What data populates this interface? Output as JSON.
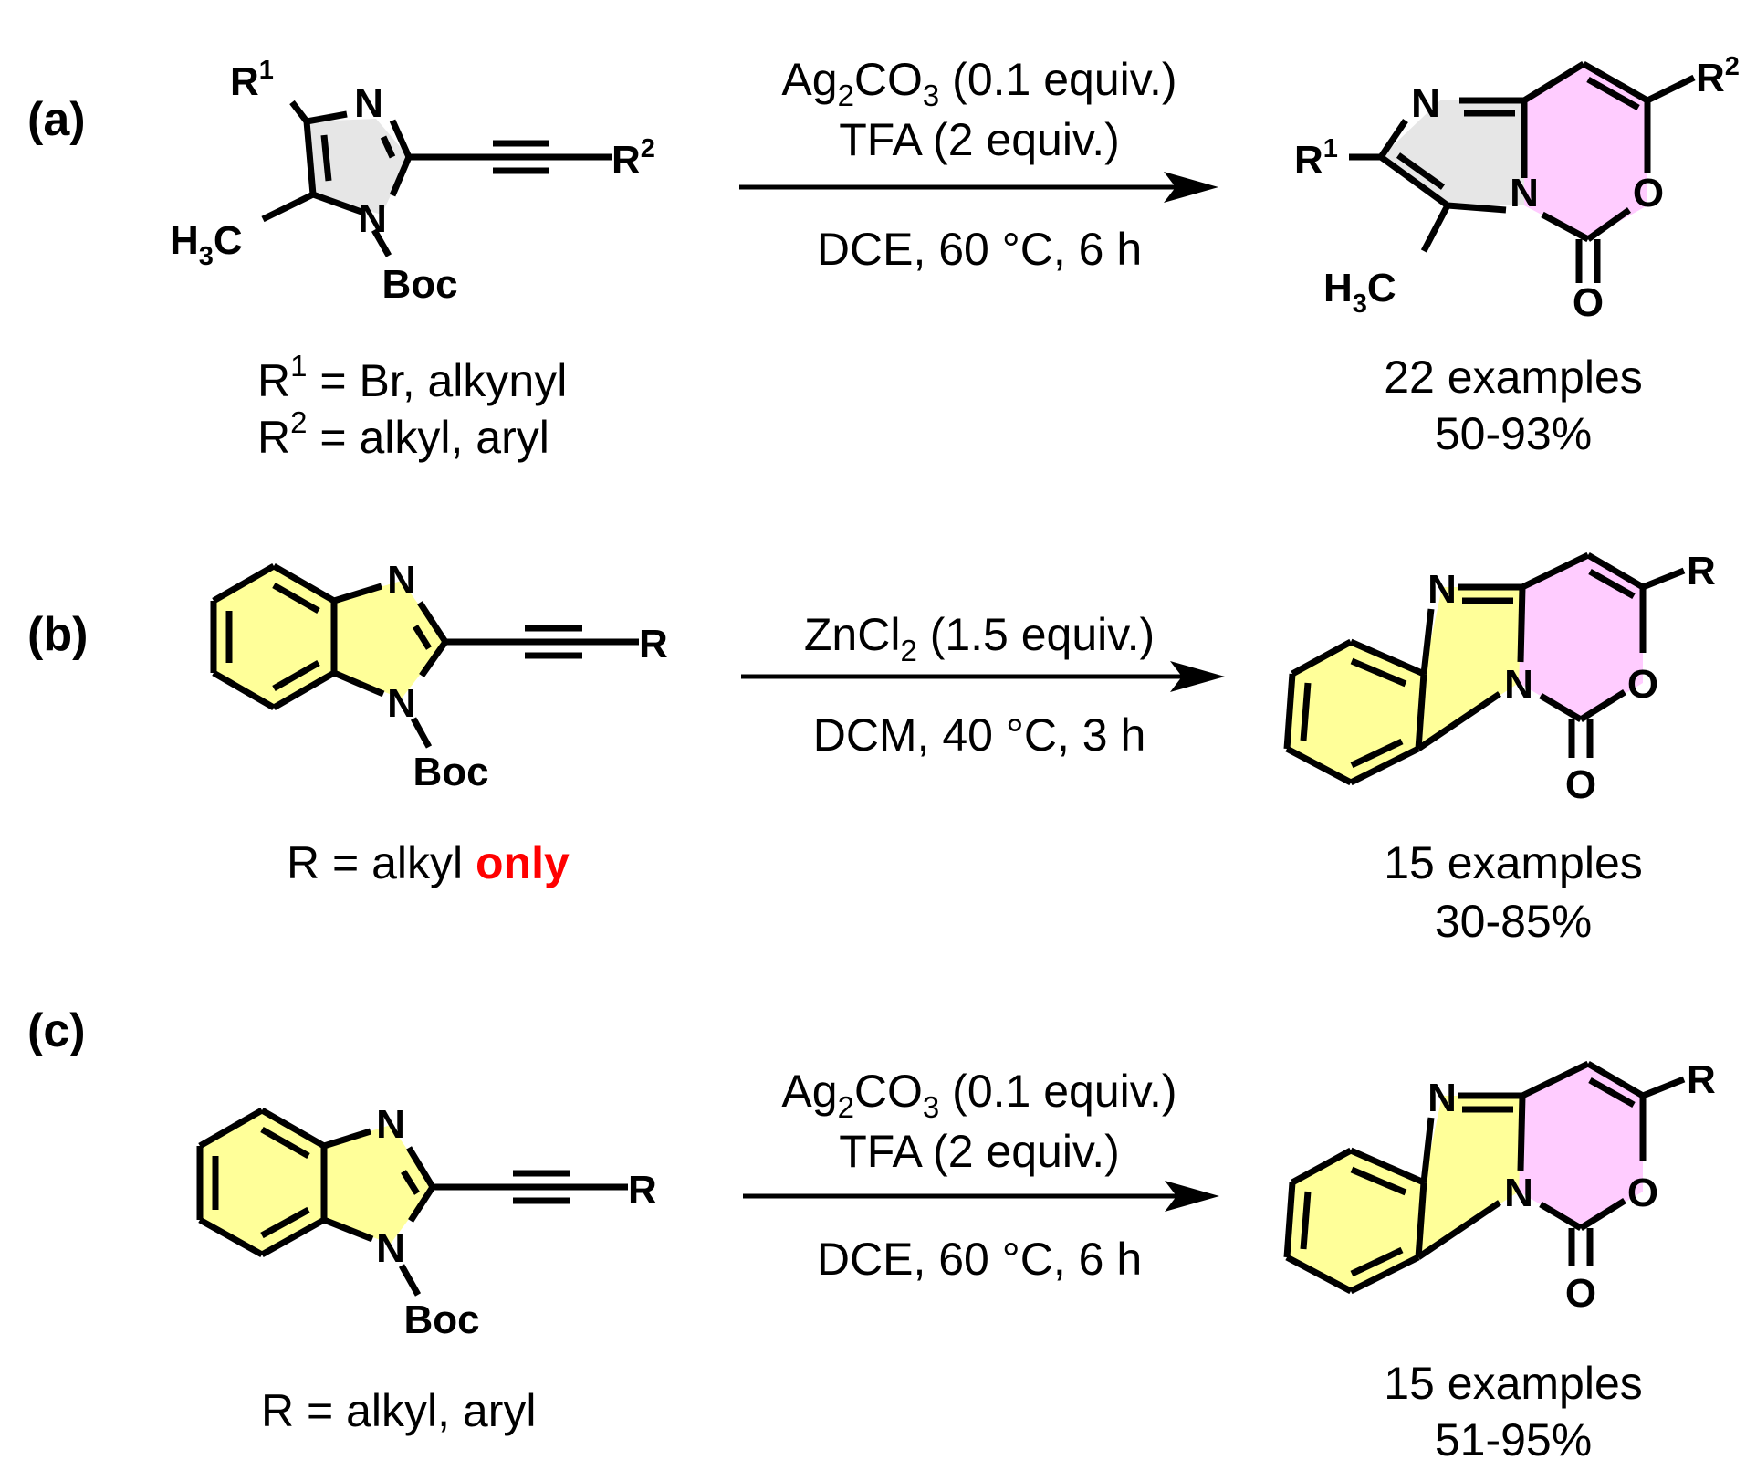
{
  "colors": {
    "imidazole_fill": "#e6e6e6",
    "benzimidazole_fill": "#ffff99",
    "oxazinone_fill": "#ffccff",
    "highlight_text": "#ff0000"
  },
  "atoms": {
    "N": "N",
    "O": "O",
    "Boc": "Boc",
    "R": "R",
    "R1": "R",
    "R2": "R",
    "sup1": "1",
    "sup2": "2",
    "H3C_H": "H",
    "H3C_3": "3",
    "H3C_C": "C"
  },
  "panels": [
    {
      "label": "(a)",
      "conditions_above": [
        {
          "parts": [
            "Ag",
            "2",
            "CO",
            "3",
            " (0.1 equiv.)"
          ]
        },
        {
          "text": "TFA (2 equiv.)"
        }
      ],
      "conditions_below": "DCE, 60 °C, 6 h",
      "substrate_note": [
        "R1 = Br, alkynyl",
        "R2 = alkyl, aryl"
      ],
      "note_parts": [
        {
          "R": "R",
          "sup": "1",
          "rest": " = Br, alkynyl"
        },
        {
          "R": "R",
          "sup": "2",
          "rest": " = alkyl, aryl"
        }
      ],
      "result": {
        "examples": "22 examples",
        "yield": "50-93%"
      }
    },
    {
      "label": "(b)",
      "conditions_above": [
        {
          "parts": [
            "ZnCl",
            "2",
            " (1.5 equiv.)"
          ]
        }
      ],
      "conditions_below": "DCM, 40 °C, 3 h",
      "substrate_note": {
        "prefix": "R = alkyl ",
        "emphasis": "only"
      },
      "result": {
        "examples": "15 examples",
        "yield": "30-85%"
      }
    },
    {
      "label": "(c)",
      "conditions_above": [
        {
          "parts": [
            "Ag",
            "2",
            "CO",
            "3",
            " (0.1 equiv.)"
          ]
        },
        {
          "text": "TFA (2 equiv.)"
        }
      ],
      "conditions_below": "DCE, 60 °C, 6 h",
      "substrate_note": "R = alkyl, aryl",
      "result": {
        "examples": "15 examples",
        "yield": "51-95%"
      }
    }
  ]
}
